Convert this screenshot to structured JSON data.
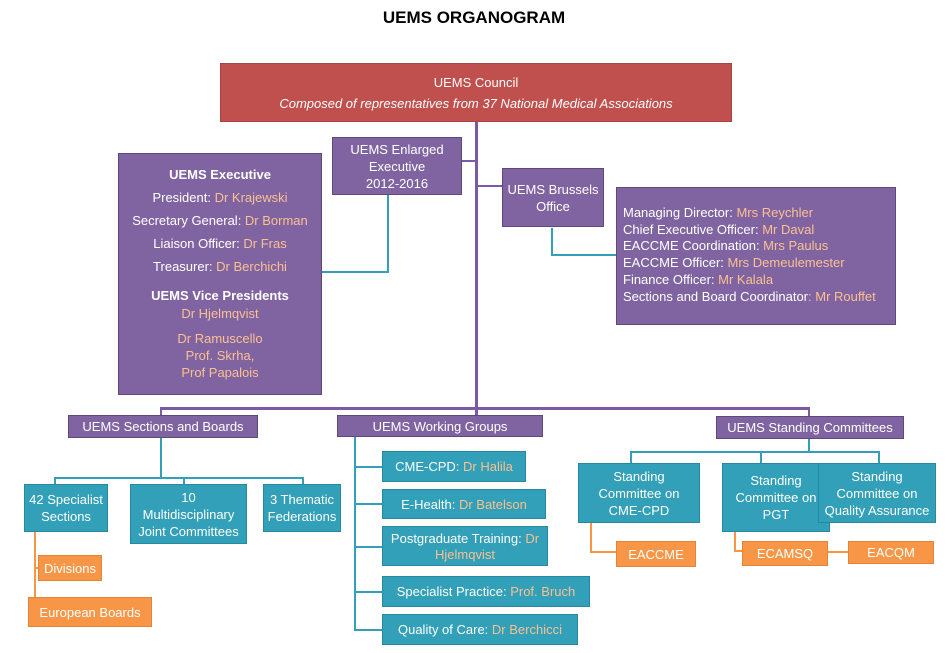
{
  "title": "UEMS ORGANOGRAM",
  "council": {
    "name": "UEMS Council",
    "subtitle": "Composed of  representatives from 37 National Medical Associations"
  },
  "enlarged": {
    "line1": "UEMS Enlarged",
    "line2": "Executive",
    "line3": "2012-2016"
  },
  "brussels": {
    "line1": "UEMS Brussels",
    "line2": "Office"
  },
  "executive": {
    "title": "UEMS Executive",
    "members": [
      {
        "role": "President: ",
        "name": "Dr Krajewski"
      },
      {
        "role": "Secretary General: ",
        "name": "Dr Borman"
      },
      {
        "role": "Liaison Officer: ",
        "name": "Dr Fras"
      },
      {
        "role": "Treasurer: ",
        "name": "Dr Berchichi"
      }
    ],
    "vp_title": "UEMS Vice Presidents",
    "vps": [
      "Dr Hjelmqvist",
      "Dr Ramuscello",
      "Prof. Skrha,",
      "Prof Papalois"
    ]
  },
  "office": {
    "members": [
      {
        "role": "Managing Director: ",
        "name": "Mrs Reychler"
      },
      {
        "role": "Chief Executive Officer: ",
        "name": "Mr Daval"
      },
      {
        "role": "EACCME Coordination: ",
        "name": "Mrs Paulus"
      },
      {
        "role": "EACCME Officer: ",
        "name": "Mrs Demeulemester"
      },
      {
        "role": "Finance Officer: ",
        "name": "Mr Kalala"
      },
      {
        "role": "Sections and Board Coordinator",
        "name": ": Mr Rouffet"
      }
    ]
  },
  "sections": {
    "header": "UEMS Sections and Boards",
    "specialist": {
      "line1": "42 Specialist",
      "line2": "Sections"
    },
    "mjc": {
      "line1": "10",
      "line2": "Multidisciplinary",
      "line3": "Joint Committees"
    },
    "thematic": {
      "line1": "3 Thematic",
      "line2": "Federations"
    },
    "divisions": "Divisions",
    "boards": "European Boards"
  },
  "working": {
    "header": "UEMS Working Groups",
    "groups": [
      {
        "role": "CME-CPD:  ",
        "name": "Dr Halila"
      },
      {
        "role": "E-Health: ",
        "name": "Dr Batelson"
      },
      {
        "role": "Postgraduate Training:  ",
        "name": "Dr Hjelmqvist"
      },
      {
        "role": "Specialist Practice:  ",
        "name": "Prof.  Bruch"
      },
      {
        "role": "Quality of Care:  ",
        "name": "Dr Berchicci"
      }
    ]
  },
  "committees": {
    "header": "UEMS Standing Committees",
    "cme": {
      "line1": "Standing",
      "line2": "Committee on",
      "line3": "CME-CPD"
    },
    "pgt": {
      "line1": "Standing",
      "line2": "Committee on",
      "line3": "PGT"
    },
    "qa": {
      "line1": "Standing",
      "line2": "Committee on",
      "line3": "Quality Assurance"
    },
    "eaccme": "EACCME",
    "ecamsq": "ECAMSQ",
    "eacqm": "EACQM"
  },
  "colors": {
    "council": "#c0504d",
    "purple": "#8064a2",
    "teal": "#31a0b8",
    "orange": "#f79646",
    "name": "#fac090"
  }
}
